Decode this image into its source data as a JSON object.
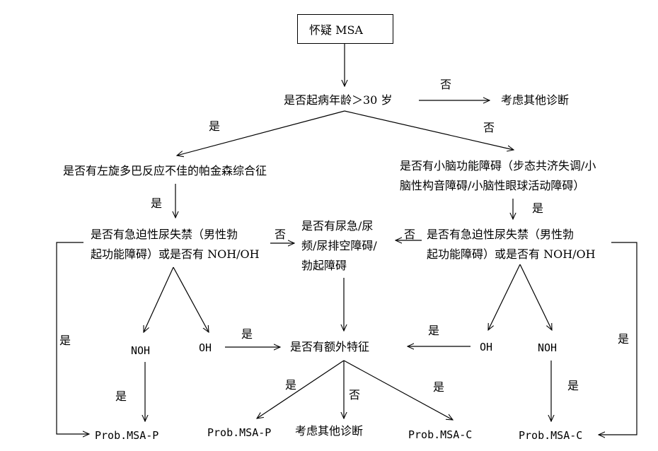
{
  "nodes": {
    "start": "怀疑 MSA",
    "age_q": "是否起病年龄＞30 岁",
    "other_dx_top": "考虑其他诊断",
    "left_q": "是否有左旋多巴反应不佳的帕金森综合征",
    "right_q_line1": "是否有小脑功能障碍（步态共济失调/小",
    "right_q_line2": "脑性构音障碍/小脑性眼球活动障碍）",
    "left_urge_line1": "是否有急迫性尿失禁（男性勃",
    "left_urge_line2": "起功能障碍）或是否有 NOH/OH",
    "mid_q_line1": "是否有尿急/尿",
    "mid_q_line2": "频/尿排空障碍/",
    "mid_q_line3": "勃起障碍",
    "right_urge_line1": "是否有急迫性尿失禁（男性勃",
    "right_urge_line2": "起功能障碍）或是否有 NOH/OH",
    "left_noh": "NOH",
    "left_oh": "OH",
    "extra_q": "是否有额外特征",
    "right_oh": "OH",
    "right_noh": "NOH",
    "out_left_p": "Prob.MSA-P",
    "out_mid_p": "Prob.MSA-P",
    "out_other": "考虑其他诊断",
    "out_mid_c": "Prob.MSA-C",
    "out_right_c": "Prob.MSA-C"
  },
  "edge_labels": {
    "age_no": "否",
    "age_yes_left": "是",
    "age_no_right": "否",
    "left_q_yes": "是",
    "right_q_yes": "是",
    "left_urge_no": "否",
    "right_urge_no": "否",
    "left_loop_yes": "是",
    "right_loop_yes": "是",
    "left_oh_yes": "是",
    "right_oh_yes": "是",
    "left_noh_yes": "是",
    "right_noh_yes": "是",
    "extra_yes_left": "是",
    "extra_no": "否",
    "extra_yes_right": "是"
  }
}
